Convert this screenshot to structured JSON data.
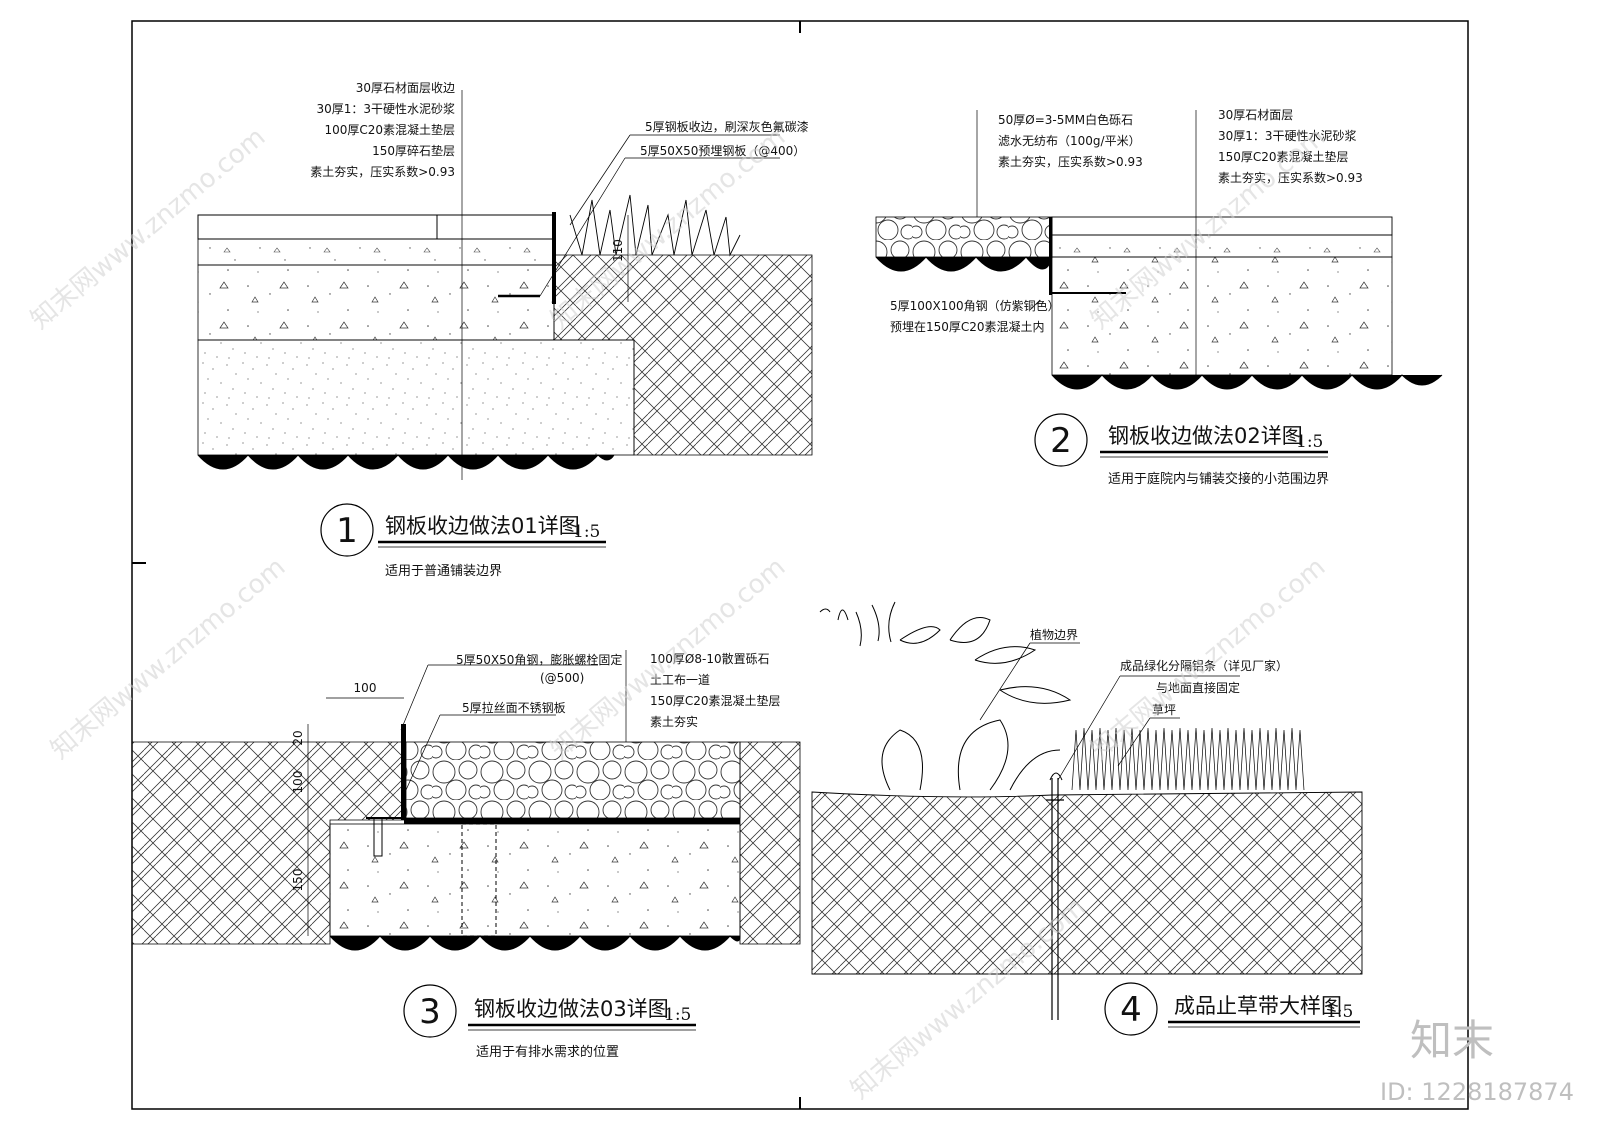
{
  "details": [
    {
      "number": "1",
      "title": "钢板收边做法01详图",
      "scale": "1:5",
      "subtitle": "适用于普通铺装边界",
      "layers": [
        "30厚石材面层收边",
        "30厚1：3干硬性水泥砂浆",
        "100厚C20素混凝土垫层",
        "150厚碎石垫层",
        "素土夯实，压实系数>0.93"
      ],
      "callouts": [
        "5厚钢板收边，刷深灰色氟碳漆",
        "5厚50X50预埋钢板（@400）"
      ],
      "dims": [
        "110"
      ]
    },
    {
      "number": "2",
      "title": "钢板收边做法02详图",
      "scale": "1:5",
      "subtitle": "适用于庭院内与铺装交接的小范围边界",
      "layers_left": [
        "50厚Ø=3-5MM白色砾石",
        "滤水无纺布（100g/平米）",
        "素土夯实，压实系数>0.93"
      ],
      "layers_right": [
        "30厚石材面层",
        "30厚1：3干硬性水泥砂浆",
        "150厚C20素混凝土垫层",
        "素土夯实，压实系数>0.93"
      ],
      "callouts": [
        "5厚100X100角钢（仿紫铜色）",
        "预埋在150厚C20素混凝土内"
      ]
    },
    {
      "number": "3",
      "title": "钢板收边做法03详图",
      "scale": "1:5",
      "subtitle": "适用于有排水需求的位置",
      "layers": [
        "100厚Ø8-10散置砾石",
        "土工布一道",
        "150厚C20素混凝土垫层",
        "素土夯实"
      ],
      "callouts": [
        "5厚50X50角钢，膨胀螺栓固定",
        "(@500)",
        "5厚拉丝面不锈钢板"
      ],
      "dims": [
        "100",
        "20",
        "100",
        "150"
      ]
    },
    {
      "number": "4",
      "title": "成品止草带大样图",
      "scale": "1:5",
      "callouts": [
        "植物边界",
        "成品绿化分隔铝条（详见厂家）",
        "与地面直接固定",
        "草坪"
      ]
    }
  ],
  "watermark": {
    "text": "知末网www.znzmo.com",
    "brand": "知末",
    "id": "ID: 1228187874"
  }
}
